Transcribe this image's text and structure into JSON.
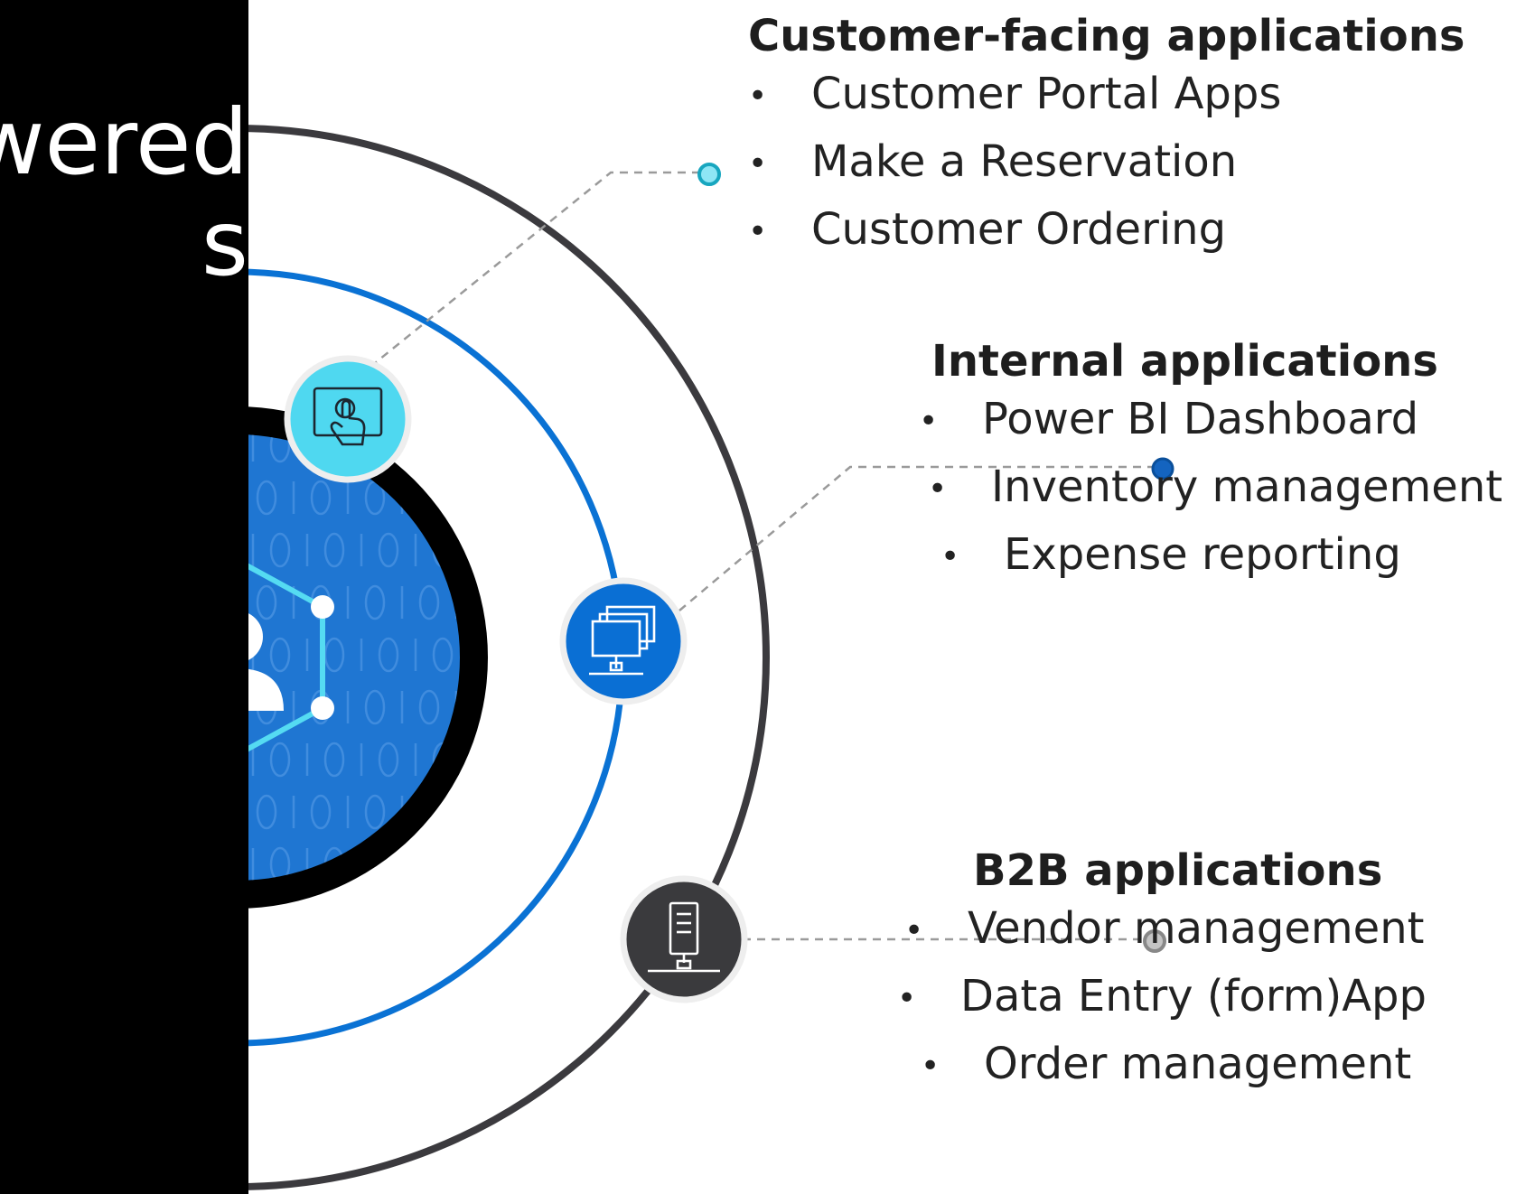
{
  "title": {
    "line1": "wered",
    "line2": "s"
  },
  "groups": [
    {
      "heading": "Customer-facing applications",
      "items": [
        "Customer Portal Apps",
        "Make a Reservation",
        "Customer Ordering"
      ],
      "color": "#4fd8f0",
      "icon": "touch-screen-icon"
    },
    {
      "heading": "Internal applications",
      "items": [
        "Power BI Dashboard",
        "Inventory management",
        "Expense reporting"
      ],
      "color": "#0a6fd4",
      "icon": "networked-desktops-icon"
    },
    {
      "heading": "B2B applications",
      "items": [
        "Vendor management",
        "Data Entry (form)App",
        "Order management"
      ],
      "color": "#3a3a3d",
      "icon": "server-icon"
    }
  ],
  "center": {
    "icon": "user-network-icon",
    "pattern_text": "0101010101",
    "color": "#1f76d2"
  },
  "bullet": "•",
  "colors": {
    "outer_ring": "#3b3a3e",
    "inner_ring": "#0a72d4",
    "connector": "#9a9a9a",
    "panel": "#000000"
  }
}
